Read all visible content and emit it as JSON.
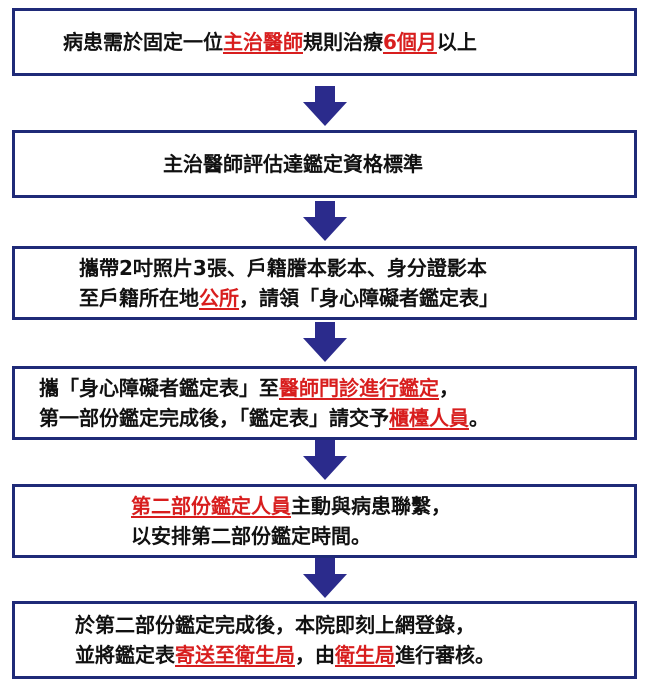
{
  "steps": [
    {
      "lines": [
        [
          {
            "t": "病患需於固定一位",
            "hl": false
          },
          {
            "t": "主治醫師",
            "hl": true
          },
          {
            "t": "規則治療",
            "hl": false
          },
          {
            "t": "6個月",
            "hl": true
          },
          {
            "t": "以上",
            "hl": false
          }
        ]
      ]
    },
    {
      "lines": [
        [
          {
            "t": "主治醫師評估達鑑定資格標準",
            "hl": false
          }
        ]
      ]
    },
    {
      "lines": [
        [
          {
            "t": "攜帶2吋照片3張、戶籍謄本影本、身分證影本",
            "hl": false
          }
        ],
        [
          {
            "t": "至戶籍所在地",
            "hl": false
          },
          {
            "t": "公所",
            "hl": true
          },
          {
            "t": "，請領「身心障礙者鑑定表」",
            "hl": false
          }
        ]
      ]
    },
    {
      "lines": [
        [
          {
            "t": "攜「身心障礙者鑑定表」至",
            "hl": false
          },
          {
            "t": "醫師門診進行鑑定",
            "hl": true
          },
          {
            "t": "，",
            "hl": false
          }
        ],
        [
          {
            "t": "第一部份鑑定完成後，「鑑定表」請交予",
            "hl": false
          },
          {
            "t": "櫃檯人員",
            "hl": true
          },
          {
            "t": "。",
            "hl": false
          }
        ]
      ]
    },
    {
      "lines": [
        [
          {
            "t": "第二部份鑑定人員",
            "hl": true
          },
          {
            "t": "主動與病患聯繫，",
            "hl": false
          }
        ],
        [
          {
            "t": "以安排第二部份鑑定時間。",
            "hl": false
          }
        ]
      ]
    },
    {
      "lines": [
        [
          {
            "t": "於第二部份鑑定完成後，本院即刻上網登錄，",
            "hl": false
          }
        ],
        [
          {
            "t": "並將鑑定表",
            "hl": false
          },
          {
            "t": "寄送至衛生局",
            "hl": true
          },
          {
            "t": "，由",
            "hl": false
          },
          {
            "t": "衛生局",
            "hl": true
          },
          {
            "t": "進行審核。",
            "hl": false
          }
        ]
      ]
    }
  ],
  "colors": {
    "border": "#1f2a78",
    "arrow": "#2b2b8c",
    "highlight": "#d81e1e",
    "text": "#111111"
  }
}
